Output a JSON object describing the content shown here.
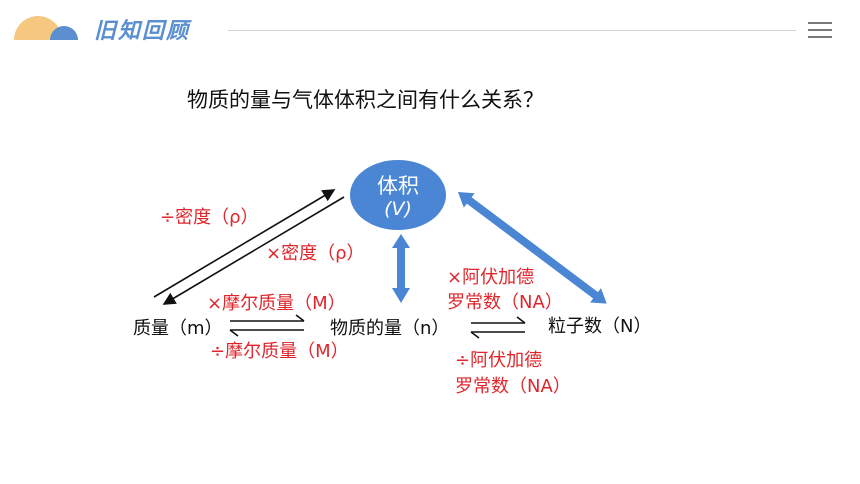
{
  "header": {
    "title": "旧知回顾",
    "logo_color": "#f6c77f",
    "logo_accent": "#5b8fd0",
    "title_color": "#5b8fd0"
  },
  "menu_icon": "menu-icon",
  "question": "物质的量与气体体积之间有什么关系？",
  "diagram": {
    "center": {
      "name": "体积",
      "symbol": "(V)",
      "fill": "#4a86d4"
    },
    "nodes": {
      "mass": "质量（m）",
      "amount": "物质的量（n）",
      "particles": "粒子数（N）"
    },
    "labels": {
      "divide_density": "÷密度（ρ）",
      "multiply_density": "×密度（ρ）",
      "multiply_molar_mass": "×摩尔质量（M）",
      "divide_molar_mass": "÷摩尔质量（M）",
      "multiply_avogadro_1": "×阿伏加德",
      "multiply_avogadro_2": "罗常数（NA）",
      "divide_avogadro_1": "÷阿伏加德",
      "divide_avogadro_2": "罗常数（NA）"
    },
    "colors": {
      "label_red": "#e0262c",
      "arrow_blue": "#4a86d4",
      "arrow_black": "#111111"
    }
  }
}
